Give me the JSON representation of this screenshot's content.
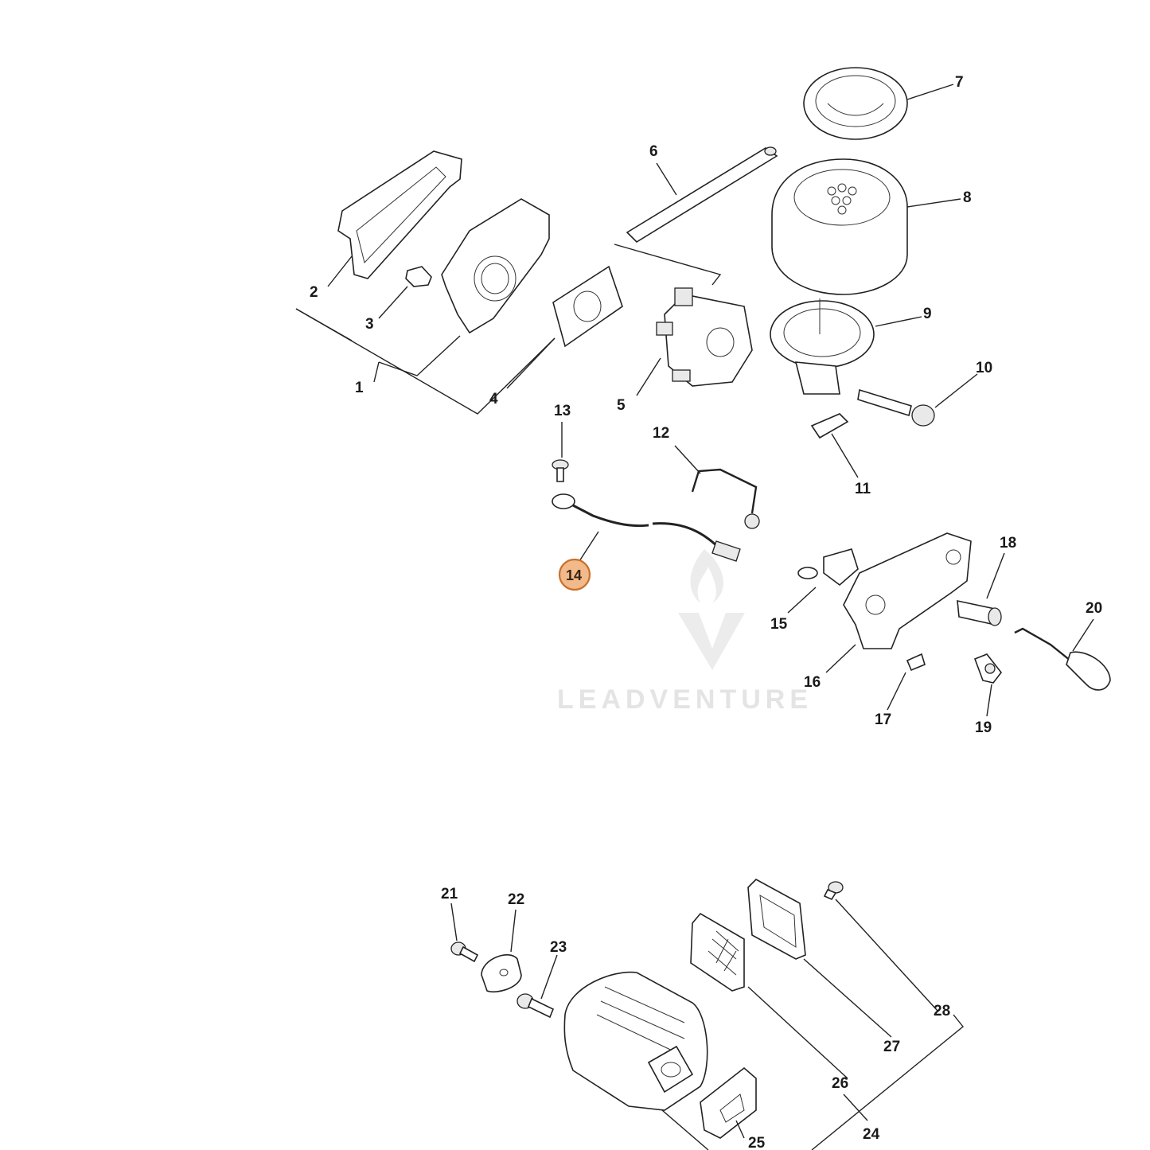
{
  "diagram": {
    "labels": [
      "1",
      "2",
      "3",
      "4",
      "5",
      "6",
      "7",
      "8",
      "9",
      "10",
      "11",
      "12",
      "13",
      "14",
      "15",
      "16",
      "17",
      "18",
      "19",
      "20",
      "21",
      "22",
      "23",
      "24",
      "25",
      "26",
      "27",
      "28"
    ],
    "highlighted_label": "14",
    "highlight_color": "#f2b98a",
    "highlight_border": "#c8702a"
  },
  "watermark": {
    "text": "LEADVENTURE"
  }
}
